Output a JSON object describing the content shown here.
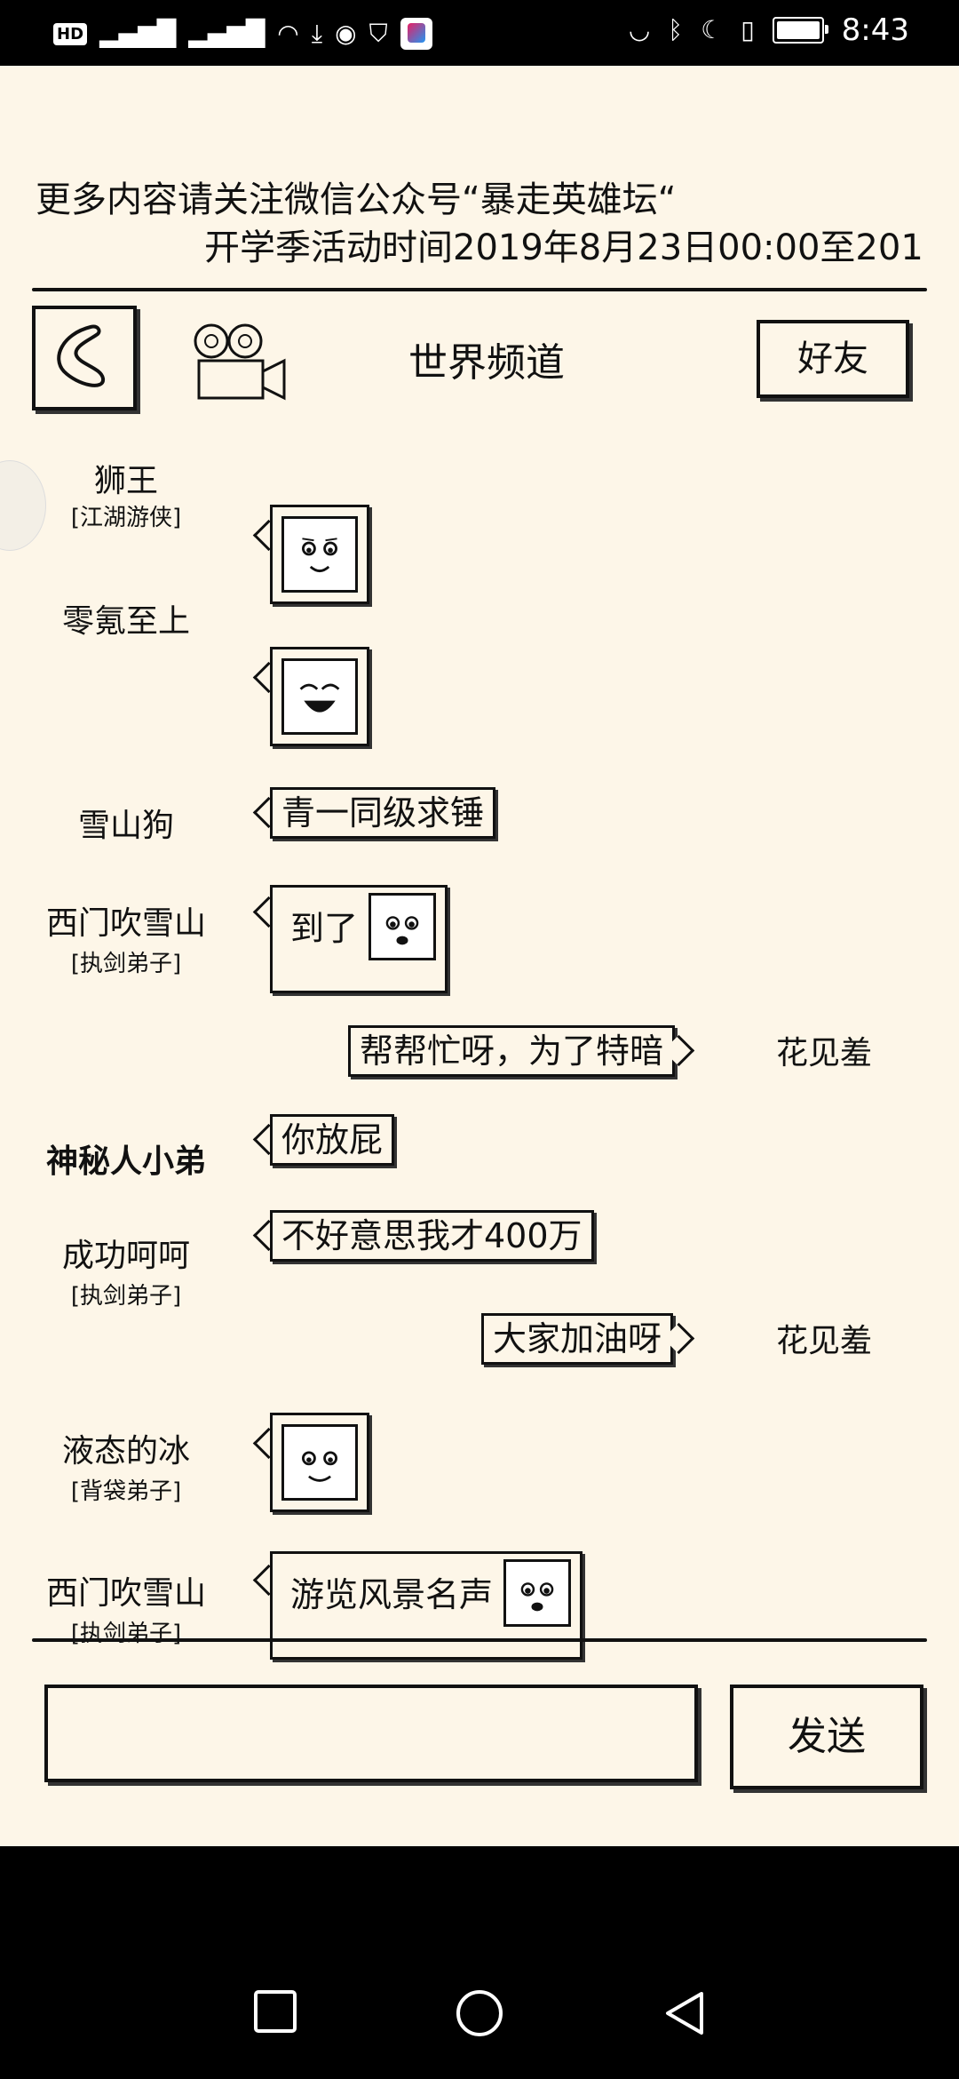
{
  "status_bar": {
    "left_badge": "HD",
    "time": "8:43"
  },
  "notice": {
    "line1": "更多内容请关注微信公众号“暴走英雄坛“",
    "line2": "开学季活动时间2019年8月23日00:00至201"
  },
  "header": {
    "channel_title": "世界频道",
    "friend_button": "好友"
  },
  "messages": [
    {
      "sender": "狮王",
      "rank": "[江湖游侠]",
      "text": ""
    },
    {
      "sender": "零氪至上",
      "rank": "",
      "text": ""
    },
    {
      "sender": "雪山狗",
      "rank": "",
      "text": "青一同级求锤"
    },
    {
      "sender": "西门吹雪山",
      "rank": "[执剑弟子]",
      "text": "到了"
    },
    {
      "sender": "花见羞",
      "rank": "",
      "text": "帮帮忙呀，为了特暗"
    },
    {
      "sender": "神秘人小弟",
      "rank": "",
      "text": "你放屁"
    },
    {
      "sender": "成功呵呵",
      "rank": "[执剑弟子]",
      "text": "不好意思我才400万"
    },
    {
      "sender": "花见羞",
      "rank": "",
      "text": "大家加油呀"
    },
    {
      "sender": "液态的冰",
      "rank": "[背袋弟子]",
      "text": ""
    },
    {
      "sender": "西门吹雪山",
      "rank": "[执剑弟子]",
      "text": "游览风景名声"
    }
  ],
  "composer": {
    "input_value": "",
    "send_button": "发送"
  }
}
